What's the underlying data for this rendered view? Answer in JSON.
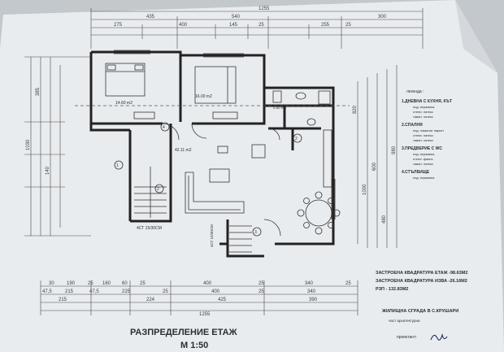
{
  "drawing": {
    "title": "РАЗПРЕДЕЛЕНИЕ ЕТАЖ",
    "scale": "М 1:50"
  },
  "dimensions": {
    "top_total": "1255",
    "top_row": [
      "435",
      "540",
      "300"
    ],
    "top_sub": [
      "275",
      "400",
      "145",
      "25",
      "255",
      "25"
    ],
    "bottom_row1": [
      "30",
      "190",
      "25",
      "160",
      "60",
      "25",
      "400",
      "25",
      "340",
      "25"
    ],
    "bottom_row2": [
      "47,5",
      "215",
      "47,5",
      "225",
      "25",
      "400",
      "25",
      "340"
    ],
    "bottom_row3": [
      "215",
      "224",
      "425",
      "390"
    ],
    "bottom_total": "1255",
    "left_dims": [
      "1030",
      "385",
      "140"
    ],
    "right_dims": [
      "820",
      "1000",
      "980",
      "600",
      "480"
    ]
  },
  "rooms": {
    "bedroom1_area": "14.60 m2",
    "bedroom2_area": "16.00 m2",
    "living_area": "42.11 m2",
    "bath_area": "2.50 m2",
    "stair_label": "4СТ 15/30СМ",
    "stair2_label": "4СТ 15/30СМ",
    "markers": [
      "1",
      "2",
      "3",
      "4",
      "2"
    ]
  },
  "legend": {
    "title": "легенда :",
    "items": [
      {
        "name": "1.ДНЕВНА С КУХНЯ, КЪТ",
        "details": [
          "под: керамика",
          "стени: латекс",
          "таван: латекс"
        ]
      },
      {
        "name": "2.СПАЛНЯ",
        "details": [
          "под: ламинат паркет",
          "стени: латекс",
          "таван: латекс"
        ]
      },
      {
        "name": "3.ПРЕДВЕРИЕ С WC",
        "details": [
          "под: керамика",
          "стени: фаянс",
          "таван: латекс"
        ]
      },
      {
        "name": "4.СТЪЛБИЩЕ",
        "details": [
          "под: керамика"
        ]
      }
    ]
  },
  "summary": {
    "line1": "ЗАСТРОЕНА КВАДРАТУРА ЕТАЖ -98.63М2",
    "line2": "ЗАСТРОЕНА КВАДРАТУРА ИЗВА -26.16М2",
    "line3": "РЗП - 132.83М2"
  },
  "stamp": {
    "project": "ЖИЛИЩНА СГРАДА В С.КРУШАРИ",
    "part": "част архитектурна",
    "designer_label": "проектант:"
  }
}
